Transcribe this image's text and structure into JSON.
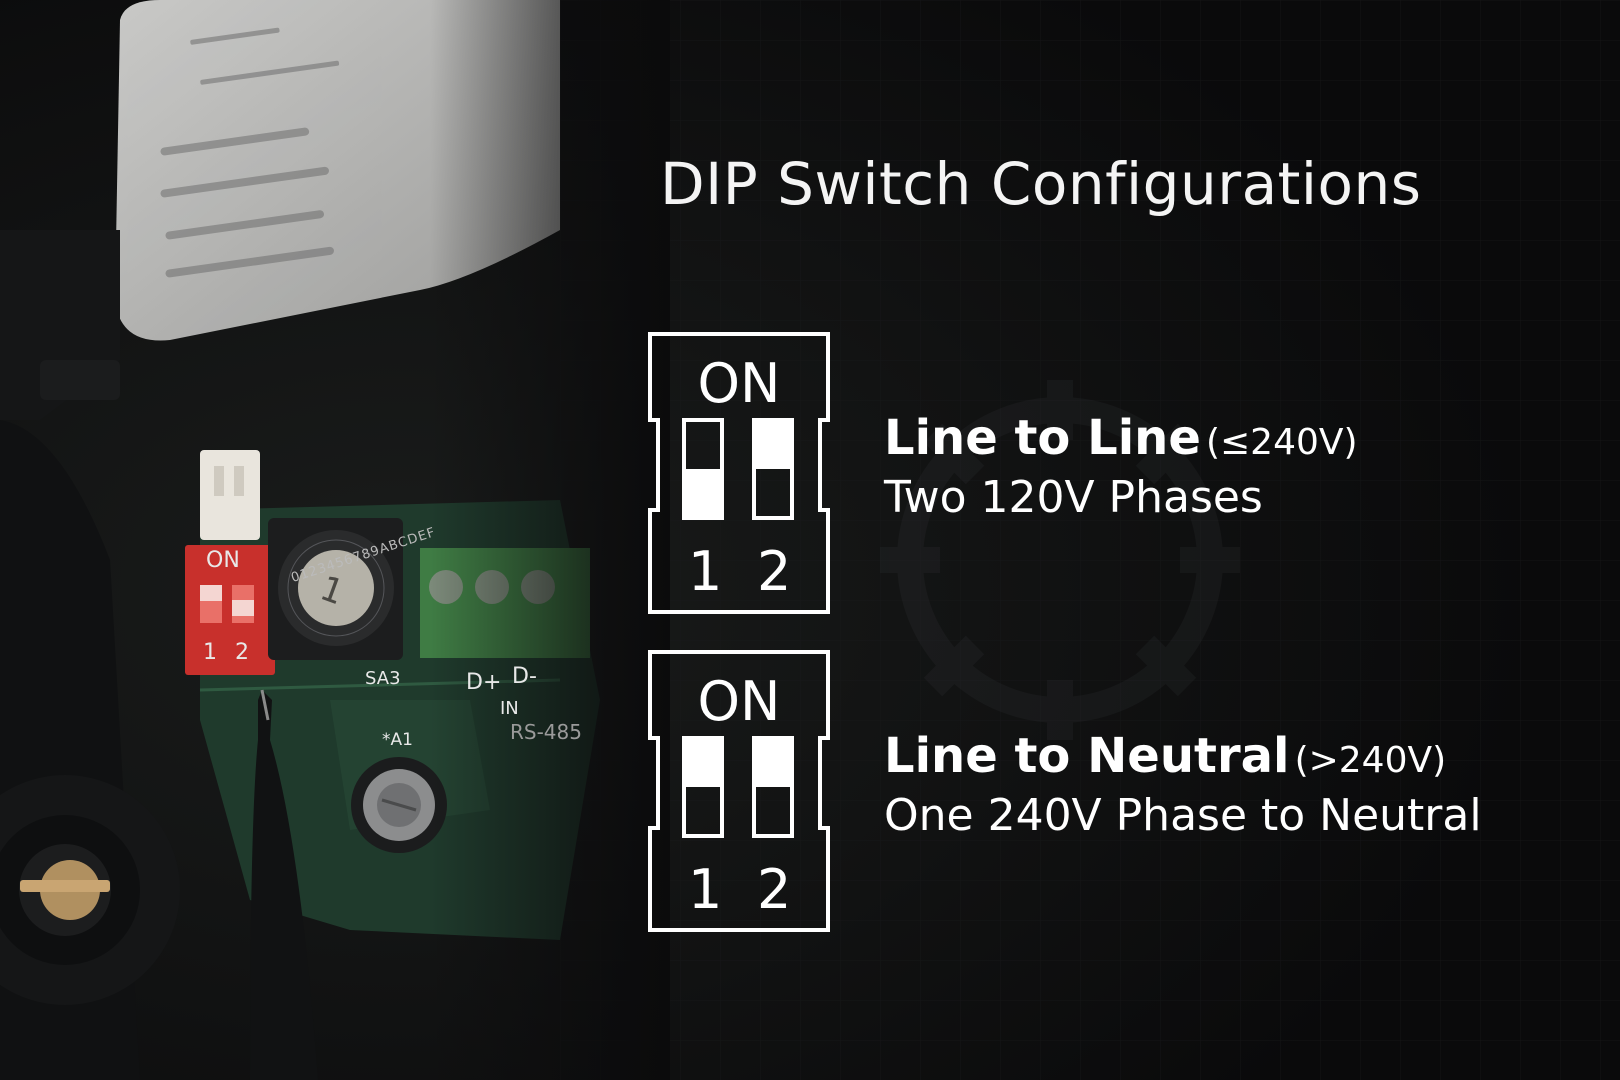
{
  "title": "DIP Switch Configurations",
  "configs": [
    {
      "switch_on_label": "ON",
      "switch_numbers": [
        "1",
        "2"
      ],
      "switch_states": [
        "down",
        "up"
      ],
      "heading": "Line to Line",
      "note": "(≤240V)",
      "subtitle": "Two 120V Phases"
    },
    {
      "switch_on_label": "ON",
      "switch_numbers": [
        "1",
        "2"
      ],
      "switch_states": [
        "up",
        "up"
      ],
      "heading": "Line to Neutral",
      "note": "(>240V)",
      "subtitle": "One 240V Phase to Neutral"
    }
  ],
  "photo": {
    "dip_on_label": "ON",
    "dip_numbers": [
      "1",
      "2"
    ],
    "rotary_digits": "0123456789ABCDEF",
    "rotary_label": "SA3",
    "terminal_label": "*A1",
    "bus_labels": [
      "D+",
      "D-",
      "IN",
      "RS-485"
    ]
  },
  "colors": {
    "background": "#0b0b0c",
    "text": "#ffffff",
    "pcb": "#1f3a2c",
    "dip_red": "#c8302c"
  }
}
